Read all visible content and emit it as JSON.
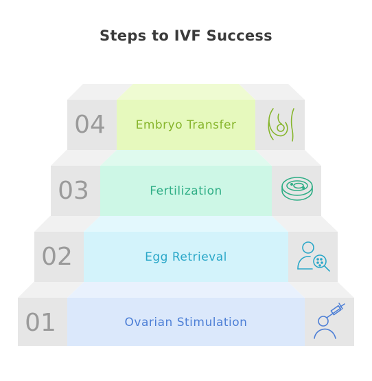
{
  "title": "Steps to IVF Success",
  "colors": {
    "side": "#e6e6e6",
    "side_top": "#f1f1f1",
    "number": "#9a9a9a"
  },
  "steps": [
    {
      "number": "01",
      "label": "Ovarian Stimulation",
      "icon": "syringe-person-icon",
      "fill": "#dbe8fb",
      "top": "#e9f1fd",
      "text": "#4d7fd6"
    },
    {
      "number": "02",
      "label": "Egg Retrieval",
      "icon": "person-egg-search-icon",
      "fill": "#d3f3fb",
      "top": "#e3f8fd",
      "text": "#2aa7c8"
    },
    {
      "number": "03",
      "label": "Fertilization",
      "icon": "petri-dish-icon",
      "fill": "#cdf7e6",
      "top": "#dffaee",
      "text": "#2fae86"
    },
    {
      "number": "04",
      "label": "Embryo Transfer",
      "icon": "uterus-embryo-icon",
      "fill": "#e6f9bd",
      "top": "#effbd2",
      "text": "#86b52c"
    }
  ]
}
